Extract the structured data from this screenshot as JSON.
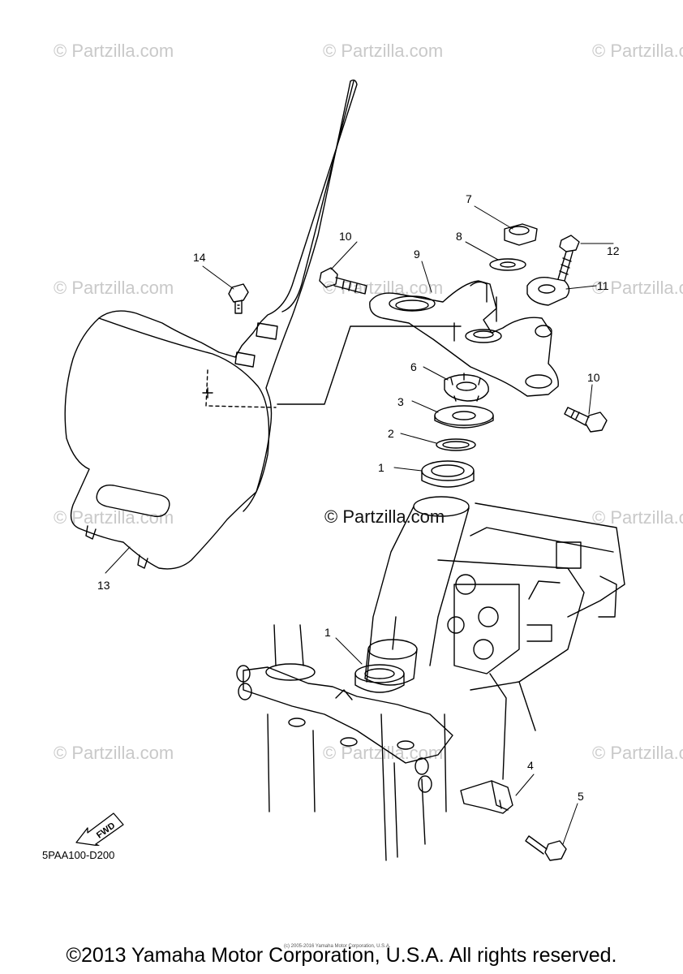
{
  "watermarks": {
    "top_left": "© Partzilla.com",
    "top_mid": "© Partzilla.com",
    "top_right": "© Partzilla.com",
    "row2_left": "© Partzilla.com",
    "row2_mid": "© Partzilla.com",
    "row2_right": "© Partzilla.com",
    "row3_left": "© Partzilla.com",
    "row3_right": "© Partzilla.com",
    "row4_left": "© Partzilla.com",
    "row4_mid": "© Partzilla.com",
    "row4_right": "© Partzilla.com",
    "center": "© Partzilla.com"
  },
  "callouts": {
    "c1a": "1",
    "c1b": "1",
    "c2": "2",
    "c3": "3",
    "c4": "4",
    "c5": "5",
    "c6": "6",
    "c7": "7",
    "c8": "8",
    "c9": "9",
    "c10a": "10",
    "c10b": "10",
    "c11": "11",
    "c12": "12",
    "c13": "13",
    "c14": "14"
  },
  "fwd_label": "FWD",
  "diagram_code": "5PAA100-D200",
  "tiny_credit": "(c) 2005-2016 Yamaha Motor Corporation, U.S.A.",
  "copyright": "©2013 Yamaha Motor Corporation, U.S.A. All rights reserved."
}
